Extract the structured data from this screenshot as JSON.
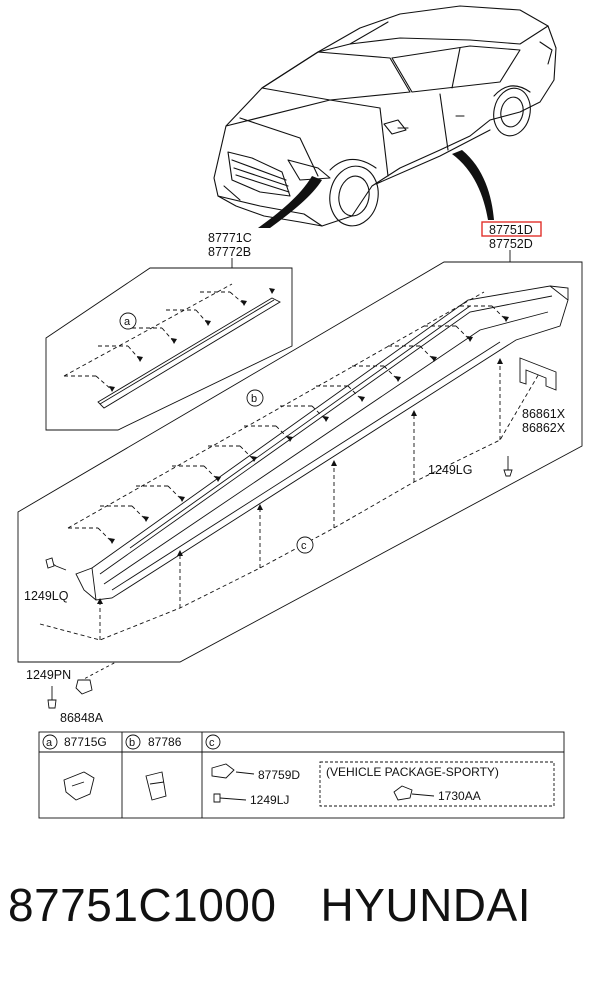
{
  "labels": {
    "front_top": "87771C",
    "front_bottom": "87772B",
    "main_top": "87751D",
    "main_bottom": "87752D",
    "bracket_top": "86861X",
    "bracket_bottom": "86862X",
    "bolt_right": "1249LG",
    "screw_left": "1249LQ",
    "screw_bottom": "1249PN",
    "clip_bottom": "86848A"
  },
  "callouts": {
    "a": "a",
    "b": "b",
    "c": "c"
  },
  "legend": {
    "a_code": "87715G",
    "b_code": "87786",
    "c_part_1": "87759D",
    "c_part_2": "1249LJ",
    "package_note": "(VEHICLE PACKAGE-SPORTY)",
    "package_part": "1730AA"
  },
  "footer": {
    "part_number": "87751C1000",
    "brand": "HYUNDAI"
  },
  "colors": {
    "highlight": "#e0302a",
    "line": "#111111",
    "background": "#ffffff"
  }
}
